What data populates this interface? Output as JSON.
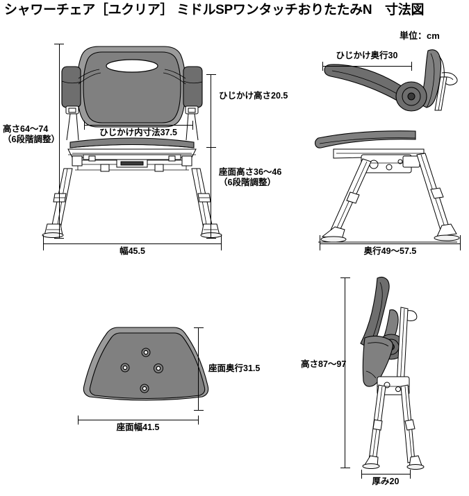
{
  "header": {
    "title": "シャワーチェア［ユクリア］ ミドルSPワンタッチおりたたみN　寸法図",
    "unit_note": "単位：cm"
  },
  "views": {
    "front": {
      "name": "front-view",
      "dimensions": {
        "overall_height": {
          "label_line1": "高さ64〜74",
          "label_line2": "（6段階調整）",
          "value_min": 64,
          "value_max": 74,
          "steps": 6
        },
        "armrest_height": {
          "label": "ひじかけ高さ20.5",
          "value": 20.5
        },
        "seat_height": {
          "label_line1": "座面高さ36〜46",
          "label_line2": "（6段階調整）",
          "value_min": 36,
          "value_max": 46,
          "steps": 6
        },
        "armrest_inner_width": {
          "label": "ひじかけ内寸法37.5",
          "value": 37.5
        },
        "width": {
          "label": "幅45.5",
          "value": 45.5
        }
      }
    },
    "side": {
      "name": "side-view",
      "dimensions": {
        "armrest_depth": {
          "label": "ひじかけ奥行30",
          "value": 30
        },
        "depth": {
          "label": "奥行49〜57.5",
          "value_min": 49,
          "value_max": 57.5
        }
      }
    },
    "seat_plan": {
      "name": "seat-plan-view",
      "dimensions": {
        "seat_depth": {
          "label": "座面奥行31.5",
          "value": 31.5
        },
        "seat_width": {
          "label": "座面幅41.5",
          "value": 41.5
        }
      }
    },
    "folded": {
      "name": "folded-view",
      "dimensions": {
        "folded_height": {
          "label": "高さ87〜97",
          "value_min": 87,
          "value_max": 97
        },
        "thickness": {
          "label": "厚み20",
          "value": 20
        }
      }
    }
  },
  "colors": {
    "pad": "#808080",
    "pad_dark": "#6e6e6e",
    "pad_light": "#9a9a9a",
    "ink": "#000000",
    "paper": "#ffffff"
  }
}
